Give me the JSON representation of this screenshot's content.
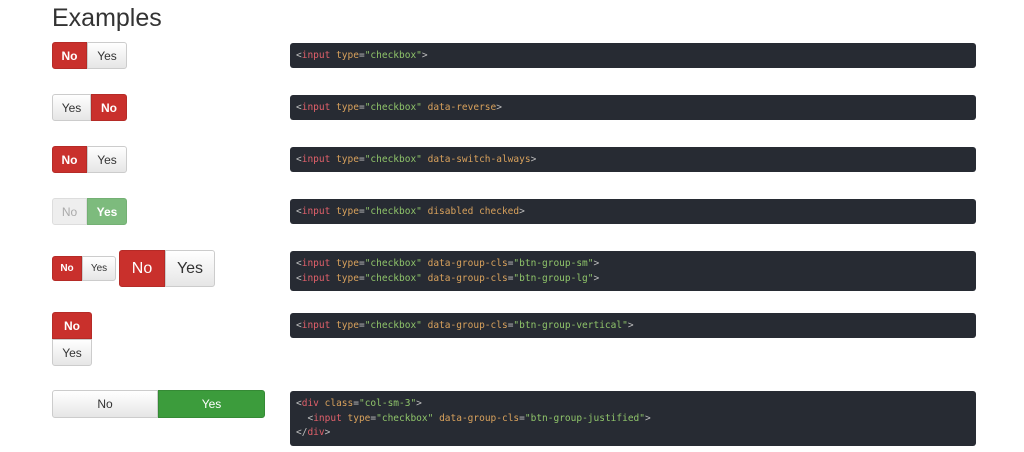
{
  "title": "Examples",
  "examples": [
    {
      "buttons": [
        {
          "label": "No",
          "state": "active-red"
        },
        {
          "label": "Yes",
          "state": "default"
        }
      ],
      "code": [
        [
          "<",
          "input",
          " type",
          "=",
          "\"checkbox\"",
          "",
          ">"
        ]
      ]
    },
    {
      "buttons": [
        {
          "label": "Yes",
          "state": "default"
        },
        {
          "label": "No",
          "state": "active-red"
        }
      ],
      "code": [
        [
          "<",
          "input",
          " type",
          "=",
          "\"checkbox\"",
          " data-reverse",
          ">"
        ]
      ]
    },
    {
      "buttons": [
        {
          "label": "No",
          "state": "active-red"
        },
        {
          "label": "Yes",
          "state": "default"
        }
      ],
      "code": [
        [
          "<",
          "input",
          " type",
          "=",
          "\"checkbox\"",
          " data-switch-always",
          ">"
        ]
      ]
    },
    {
      "buttons": [
        {
          "label": "No",
          "state": "disabled"
        },
        {
          "label": "Yes",
          "state": "disabled-green"
        }
      ],
      "code": [
        [
          "<",
          "input",
          " type",
          "=",
          "\"checkbox\"",
          " disabled checked",
          ">"
        ]
      ]
    },
    {
      "buttons_sm": [
        {
          "label": "No",
          "state": "active-red"
        },
        {
          "label": "Yes",
          "state": "default"
        }
      ],
      "buttons_lg": [
        {
          "label": "No",
          "state": "active-red"
        },
        {
          "label": "Yes",
          "state": "default"
        }
      ],
      "code_lines": [
        "<input type=\"checkbox\" data-group-cls=\"btn-group-sm\">",
        "<input type=\"checkbox\" data-group-cls=\"btn-group-lg\">"
      ]
    },
    {
      "buttons": [
        {
          "label": "No",
          "state": "active-red"
        },
        {
          "label": "Yes",
          "state": "default"
        }
      ],
      "code_lines": [
        "<input type=\"checkbox\" data-group-cls=\"btn-group-vertical\">"
      ]
    },
    {
      "buttons": [
        {
          "label": "No",
          "state": "default"
        },
        {
          "label": "Yes",
          "state": "active-green"
        }
      ],
      "code_lines": [
        "<div class=\"col-sm-3\">",
        "  <input type=\"checkbox\" data-group-cls=\"btn-group-justified\">",
        "</div>"
      ]
    }
  ],
  "colors": {
    "red": "#c9302c",
    "green": "#3c9c3c",
    "green_disabled": "#7dbb7d",
    "code_bg": "#272b33"
  }
}
